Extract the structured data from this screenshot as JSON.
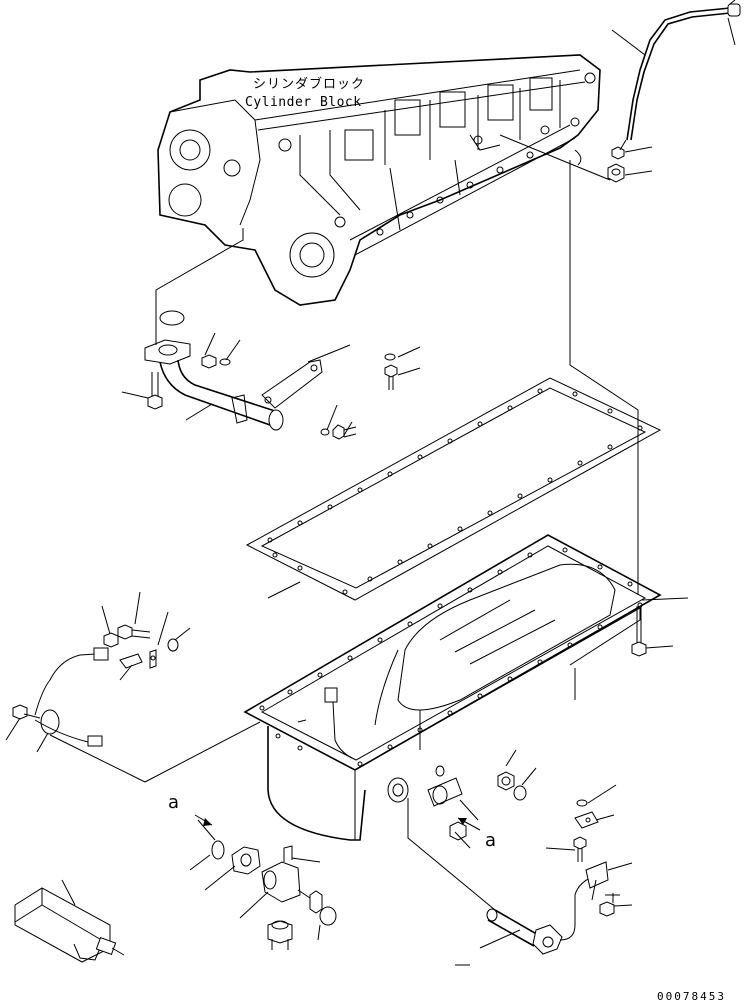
{
  "labels": {
    "cylinder_block_jp": "シリンダブロック",
    "cylinder_block_en": "Cylinder Block",
    "ref_a_left": "a",
    "ref_a_right": "a",
    "drawing_number": "00078453"
  }
}
